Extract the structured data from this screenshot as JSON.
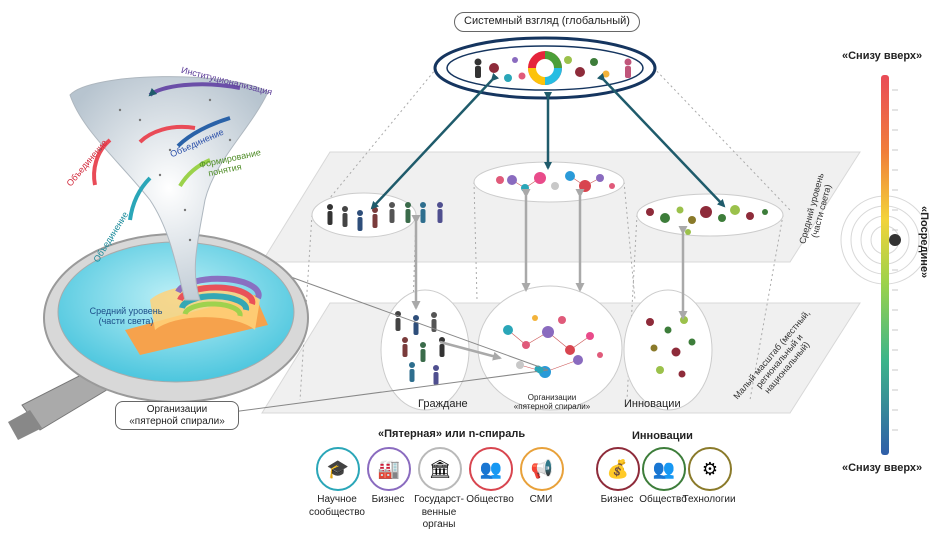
{
  "header": {
    "system_view": "Системный взгляд (глобальный)",
    "bottom_up_top": "«Снизу вверх»",
    "bottom_up_bottom": "«Снизу вверх»",
    "mediation": "«Посредине»"
  },
  "tornado": {
    "institutionalization": "Институционализация",
    "union_left": "Объединение",
    "union_mid": "Объединение",
    "union_low": "Объединение",
    "concept_forming": "Формирование понятия",
    "middle_level": "Средний уровень (части света)"
  },
  "levels": {
    "middle_level_tag": "Средний уровень (части света)",
    "small_scale_tag": "Малый масштаб (местный, региональный и национальный)",
    "citizens": "Граждане",
    "organizations": "Организации «пятерной спирали»",
    "innovations": "Инновации",
    "magnifier_label": "Организации «пятерной спирали»"
  },
  "legend": {
    "helix_title": "«Пятерная» или n-спираль",
    "helix_items": [
      {
        "label": "Научное сообщество",
        "icon": "graduation-cap-icon",
        "color": "#2aa6b8",
        "glyph": "🎓"
      },
      {
        "label": "Бизнес",
        "icon": "factory-icon",
        "color": "#8a6bbf",
        "glyph": "🏭"
      },
      {
        "label": "Государст-венные органы",
        "icon": "government-building-icon",
        "color": "#b9b9b9",
        "glyph": "🏛"
      },
      {
        "label": "Общество",
        "icon": "people-icon",
        "color": "#d8454f",
        "glyph": "👥"
      },
      {
        "label": "СМИ",
        "icon": "megaphone-icon",
        "color": "#e8a13a",
        "glyph": "📢"
      }
    ],
    "innov_title": "Инновации",
    "innov_items": [
      {
        "label": "Бизнес",
        "icon": "money-hand-icon",
        "color": "#8e2b3a",
        "glyph": "💰"
      },
      {
        "label": "Общество",
        "icon": "people-icon",
        "color": "#3d7d3a",
        "glyph": "👥"
      },
      {
        "label": "Технологии",
        "icon": "gears-icon",
        "color": "#8a7a2a",
        "glyph": "⚙"
      }
    ]
  },
  "colors": {
    "arrow_dark": "#1f5b6b",
    "arrow_gray": "#a9a9a9",
    "ring_navy": "#15355f"
  }
}
